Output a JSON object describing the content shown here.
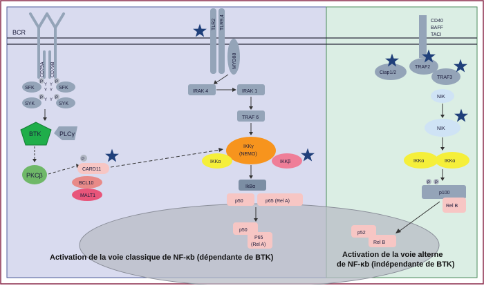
{
  "membrane_labels": {
    "bcr": "BCR",
    "cd79a": "CD79A",
    "cd79b": "CD79B",
    "tlr2": "TLR2",
    "tlr94": "TLR9,4",
    "myd88": "MYD88",
    "cd40": "CD40",
    "baff": "BAFF",
    "taci": "TACI"
  },
  "left": {
    "sfk": "SFK",
    "syk": "SYK",
    "p": "P",
    "y": "Y",
    "btk": "BTK",
    "plcg": "PLCγ",
    "pkcb": "PKCβ",
    "card11": "CARD11",
    "bcl10": "BCL10",
    "malt1": "MALT1"
  },
  "middle": {
    "irak4": "IRAK 4",
    "irak1": "IRAK 1",
    "traf6": "TRAF 6",
    "ikkg": "IKKγ",
    "nemo": "(NEMO)",
    "ikka": "IKKα",
    "ikkb": "IKKβ",
    "ikba": "IkBα",
    "p50": "p50",
    "p65rela": "p65 (Rel A)",
    "p65": "P65",
    "rela": "(Rel A)"
  },
  "right": {
    "ciap": "Ciap1/2",
    "traf2": "TRAF2",
    "traf3": "TRAF3",
    "nik": "NIK",
    "ikka": "IKKα",
    "p100": "p100",
    "relb": "Rel B",
    "p52": "p52"
  },
  "captions": {
    "classic": "Activation de la voie classique de NF-κb (dépendante de BTK)",
    "alt_line1": "Activation de la voie alterne",
    "alt_line2": "de NF-κb (indépendante de BTK)"
  },
  "colors": {
    "frame": "#8a2a4a",
    "left_panel": "#d9dbef",
    "right_panel": "#dbeee4",
    "membrane": "#2a2a3a",
    "grey_protein": "#94a4b8",
    "star": "#1f3f7a",
    "btk": "#1fae4a",
    "pkcb": "#6fb868",
    "ikk_orange": "#f7941d",
    "ikka_yellow": "#f5ef3a",
    "ikkb_pink": "#ef7e98",
    "salmon": "#f7c6c4",
    "malt1": "#e8557a",
    "bcl10": "#e88a88",
    "nik_blue": "#cfe3f5"
  }
}
